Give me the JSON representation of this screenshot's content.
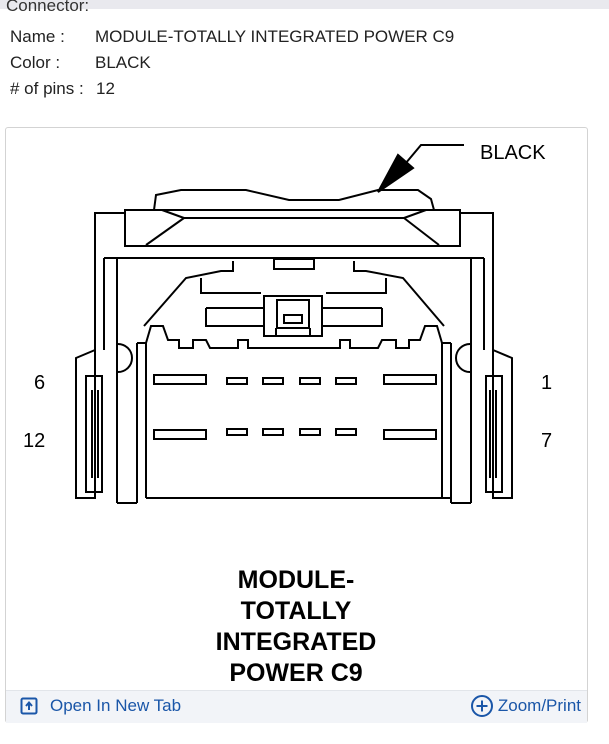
{
  "header": {
    "connector_label": "Connector:",
    "name_label": "Name :",
    "name_value": "MODULE-TOTALLY INTEGRATED POWER C9",
    "color_label": "Color :",
    "color_value": "BLACK",
    "pins_label": "# of pins :",
    "pins_value": "12"
  },
  "diagram": {
    "color_callout": "BLACK",
    "pin_labels": {
      "top_left": "6",
      "bottom_left": "12",
      "top_right": "1",
      "bottom_right": "7"
    },
    "caption_lines": [
      "MODULE-",
      "TOTALLY",
      "INTEGRATED",
      "POWER C9"
    ]
  },
  "footer": {
    "open_tab_label": "Open In New Tab",
    "zoom_print_label": "Zoom/Print",
    "open_tab_icon": "open-external-icon",
    "zoom_icon": "plus-circle-icon",
    "link_color": "#1a56a8"
  }
}
